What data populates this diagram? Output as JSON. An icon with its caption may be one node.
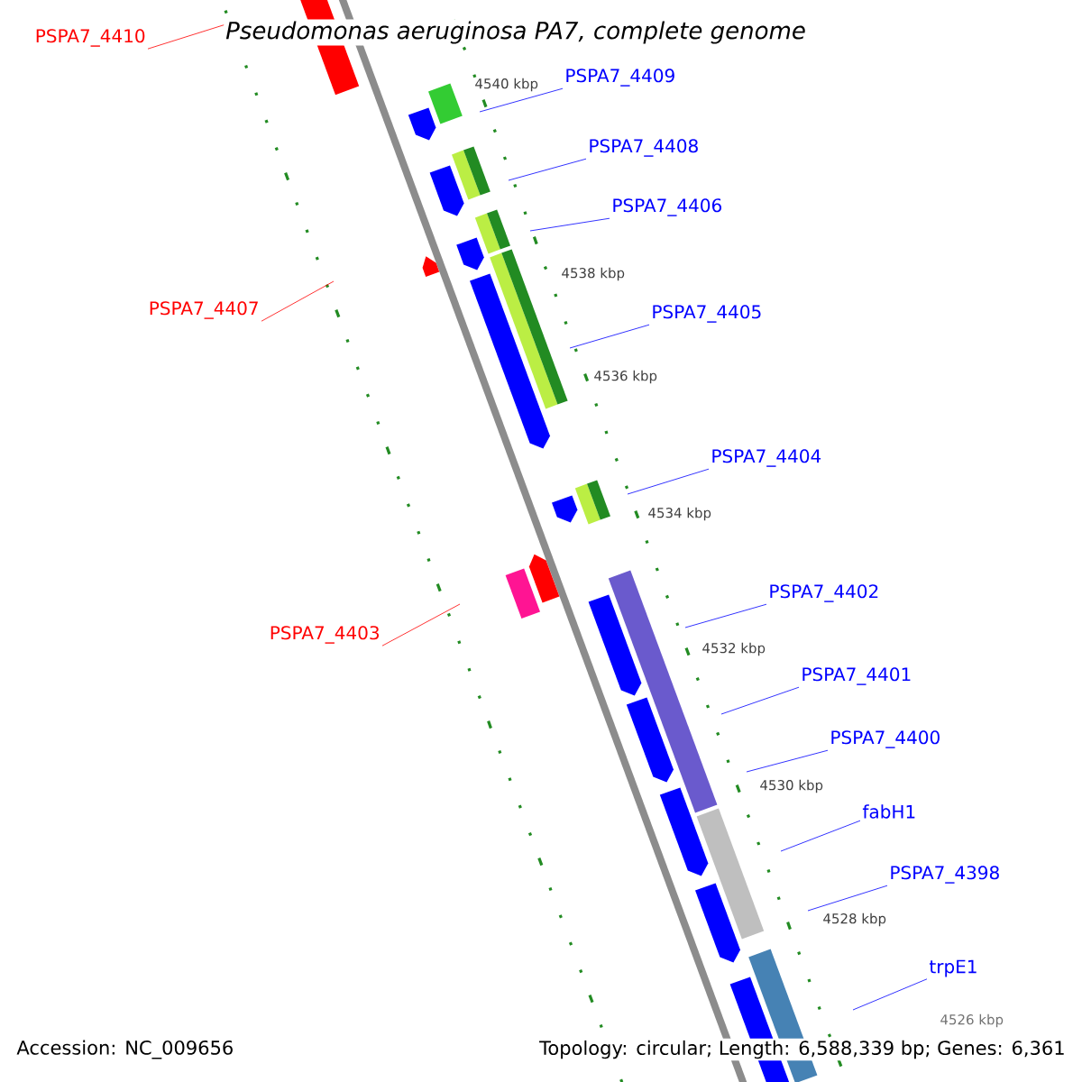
{
  "diagram": {
    "title": "Pseudomonas aeruginosa PA7, complete genome",
    "nodes": [
      {
        "text": [
          "PSPA7_4410"
        ]
      },
      {
        "text": [
          "PSPA7_4409"
        ]
      },
      {
        "text": [
          "PSPA7_4408"
        ]
      },
      {
        "text": [
          "PSPA7_4406"
        ]
      },
      {
        "text": [
          "PSPA7_4407"
        ]
      },
      {
        "text": [
          "PSPA7_4405"
        ]
      },
      {
        "text": [
          "PSPA7_4404"
        ]
      },
      {
        "text": [
          "PSPA7_4403"
        ]
      },
      {
        "text": [
          "PSPA7_4402"
        ]
      },
      {
        "text": [
          "PSPA7_4401"
        ]
      },
      {
        "text": [
          "PSPA7_4400"
        ]
      },
      {
        "text": [
          "fabH1"
        ]
      },
      {
        "text": [
          "PSPA7_4398"
        ]
      },
      {
        "text": [
          "trpE1"
        ]
      }
    ],
    "edges": [
      {
        "from": 0,
        "to": null,
        "arrow": "none",
        "color": "#ff0000"
      },
      {
        "from": 1,
        "to": null,
        "arrow": "none"
      },
      {
        "from": 2,
        "to": null,
        "arrow": "none"
      },
      {
        "from": 3,
        "to": null,
        "arrow": "none"
      },
      {
        "from": 4,
        "to": null,
        "arrow": "none",
        "color": "#ff0000"
      },
      {
        "from": 5,
        "to": null,
        "arrow": "none"
      },
      {
        "from": 6,
        "to": null,
        "arrow": "none"
      },
      {
        "from": 7,
        "to": null,
        "arrow": "none",
        "color": "#ff0000"
      },
      {
        "from": 8,
        "to": null,
        "arrow": "none"
      },
      {
        "from": 9,
        "to": null,
        "arrow": "none"
      },
      {
        "from": 10,
        "to": null,
        "arrow": "none"
      },
      {
        "from": 11,
        "to": null,
        "arrow": "none"
      },
      {
        "from": 12,
        "to": null,
        "arrow": "none"
      },
      {
        "from": 13,
        "to": null,
        "arrow": "none"
      }
    ],
    "labels": [
      "4540 kbp",
      "4538 kbp",
      "4536 kbp",
      "4534 kbp",
      "4532 kbp",
      "4530 kbp",
      "4528 kbp",
      "4526 kbp",
      "Accession: NC_009656",
      "Topology: circular; Length: 6,588,339 bp; Genes: 6,361"
    ]
  }
}
